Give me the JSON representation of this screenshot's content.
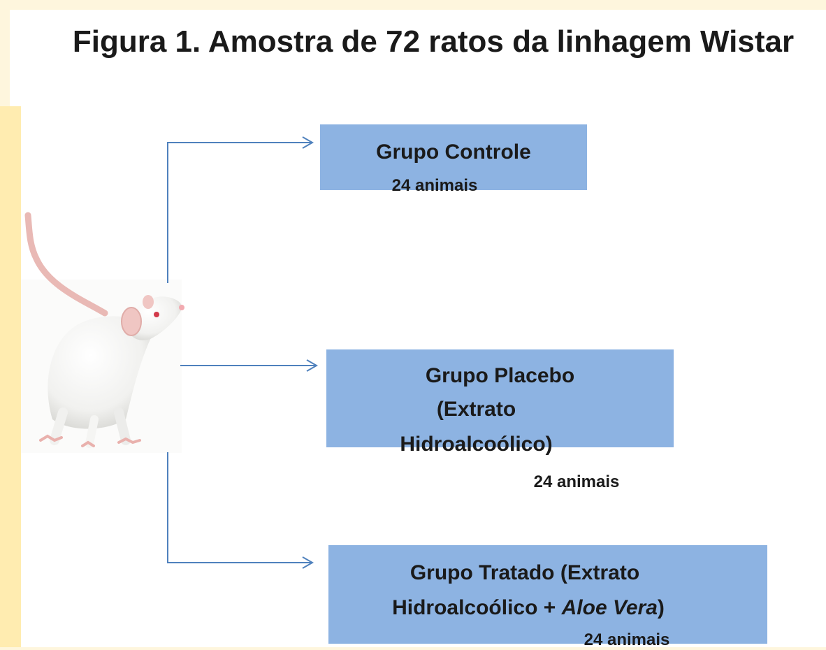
{
  "title": "Figura 1. Amostra de 72 ratos da linhagem Wistar",
  "groups": {
    "controle": {
      "name": "Grupo Controle",
      "count": "24 animais"
    },
    "placebo": {
      "line1": "Grupo Placebo",
      "line2": "(Extrato",
      "line3": "Hidroalcoólico)",
      "count": "24 animais"
    },
    "tratado": {
      "line1": "Grupo Tratado (Extrato",
      "line2_prefix": "Hidroalcoólico + ",
      "line2_italic": "Aloe Vera",
      "line2_suffix": ")",
      "count": "24 animais"
    }
  },
  "colors": {
    "box_fill": "#8db3e2",
    "arrow": "#4f81bd",
    "slide_bg": "#fef6dd"
  },
  "icons": [
    "white-rat-image"
  ]
}
